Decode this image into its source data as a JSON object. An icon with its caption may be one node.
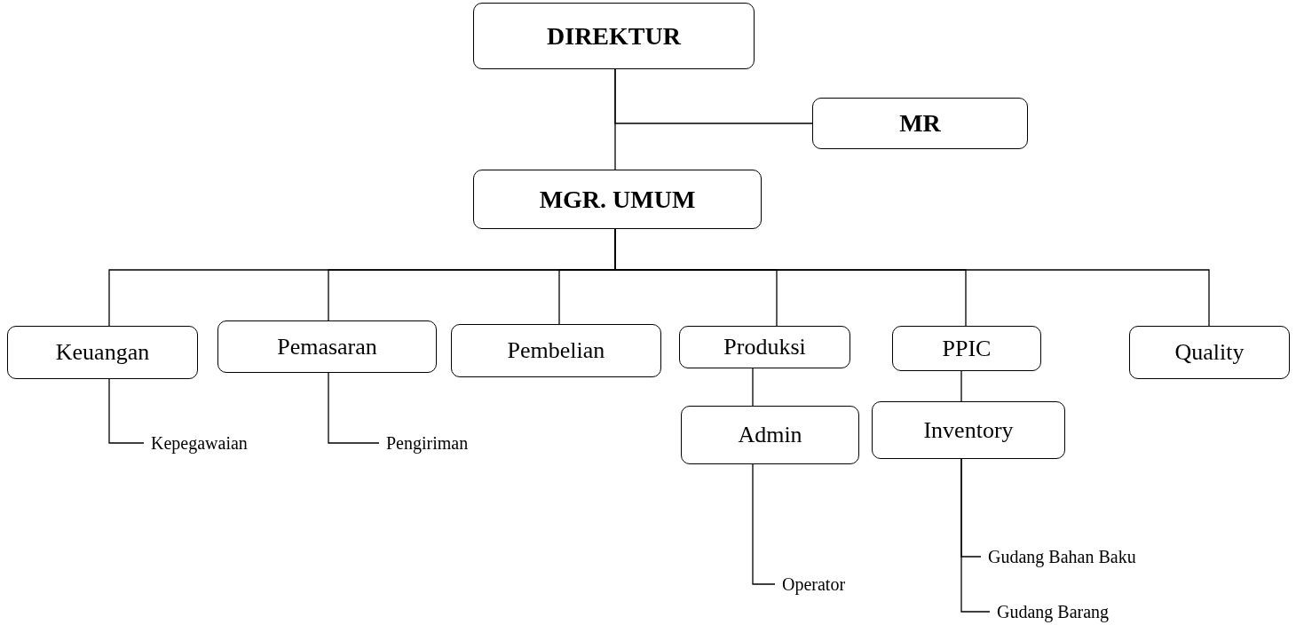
{
  "diagram": {
    "nodes": [
      {
        "text": [
          "DIREKTUR"
        ]
      },
      {
        "text": [
          "MR"
        ]
      },
      {
        "text": [
          "MGR. UMUM"
        ]
      },
      {
        "text": [
          "Keuangan"
        ]
      },
      {
        "text": [
          "Pemasaran"
        ]
      },
      {
        "text": [
          "Pembelian"
        ]
      },
      {
        "text": [
          "Produksi"
        ]
      },
      {
        "text": [
          "PPIC"
        ]
      },
      {
        "text": [
          "Quality"
        ]
      },
      {
        "text": [
          "Admin"
        ]
      },
      {
        "text": [
          "Inventory"
        ]
      },
      {
        "text": [
          "Kepegawaian"
        ]
      },
      {
        "text": [
          "Pengiriman"
        ]
      },
      {
        "text": [
          "Operator"
        ]
      },
      {
        "text": [
          "Gudang Bahan Baku"
        ]
      },
      {
        "text": [
          "Gudang Barang"
        ]
      }
    ],
    "edges": [
      {
        "from": 0,
        "to": 2,
        "arrow": "none"
      },
      {
        "from": 0,
        "to": 1,
        "arrow": "none"
      },
      {
        "from": 2,
        "to": 3,
        "arrow": "none"
      },
      {
        "from": 2,
        "to": 4,
        "arrow": "none"
      },
      {
        "from": 2,
        "to": 5,
        "arrow": "none"
      },
      {
        "from": 2,
        "to": 6,
        "arrow": "none"
      },
      {
        "from": 2,
        "to": 7,
        "arrow": "none"
      },
      {
        "from": 2,
        "to": 8,
        "arrow": "none"
      },
      {
        "from": 3,
        "to": 11,
        "arrow": "none"
      },
      {
        "from": 4,
        "to": 12,
        "arrow": "none"
      },
      {
        "from": 6,
        "to": 9,
        "arrow": "none"
      },
      {
        "from": 7,
        "to": 10,
        "arrow": "none"
      },
      {
        "from": 9,
        "to": 13,
        "arrow": "none"
      },
      {
        "from": 10,
        "to": 14,
        "arrow": "none"
      },
      {
        "from": 10,
        "to": 15,
        "arrow": "none"
      }
    ]
  }
}
